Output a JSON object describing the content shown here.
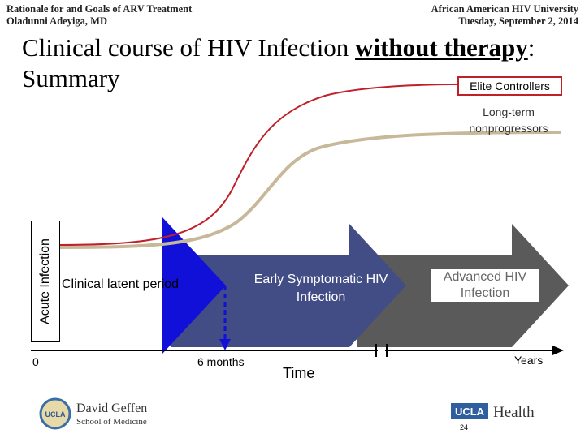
{
  "header": {
    "left_line1": "Rationale for and Goals of ARV Treatment",
    "left_line2": "Oladunni Adeyiga, MD",
    "right_line1": "African American HIV University",
    "right_line2": "Tuesday, September 2, 2014"
  },
  "title": {
    "part1": "Clinical course of HIV Infection ",
    "emph": "without therapy",
    "part2": ": Summary"
  },
  "diagram": {
    "curve_labels": {
      "elite": "Elite Controllers",
      "ltnp": "Long-term nonprogressors"
    },
    "phases": {
      "acute": "Acute Infection",
      "latent": "Clinical latent period",
      "early": "Early Symptomatic HIV Infection",
      "advanced": "Advanced HIV Infection"
    },
    "axis": {
      "zero": "0",
      "six_months": "6 months",
      "time": "Time",
      "years": "Years"
    },
    "colors": {
      "phase_latent": "#1010d8",
      "phase_early": "#424d86",
      "phase_advanced": "#5a5a5a",
      "curve_elite": "#c0202a",
      "curve_ltnp": "#c8b89a"
    }
  },
  "footer": {
    "logo_left_line1": "David Geffen",
    "logo_left_line2": "School of Medicine",
    "logo_left_badge": "UCLA",
    "logo_right_badge": "UCLA",
    "logo_right_word": "Health",
    "page_number": "24"
  }
}
